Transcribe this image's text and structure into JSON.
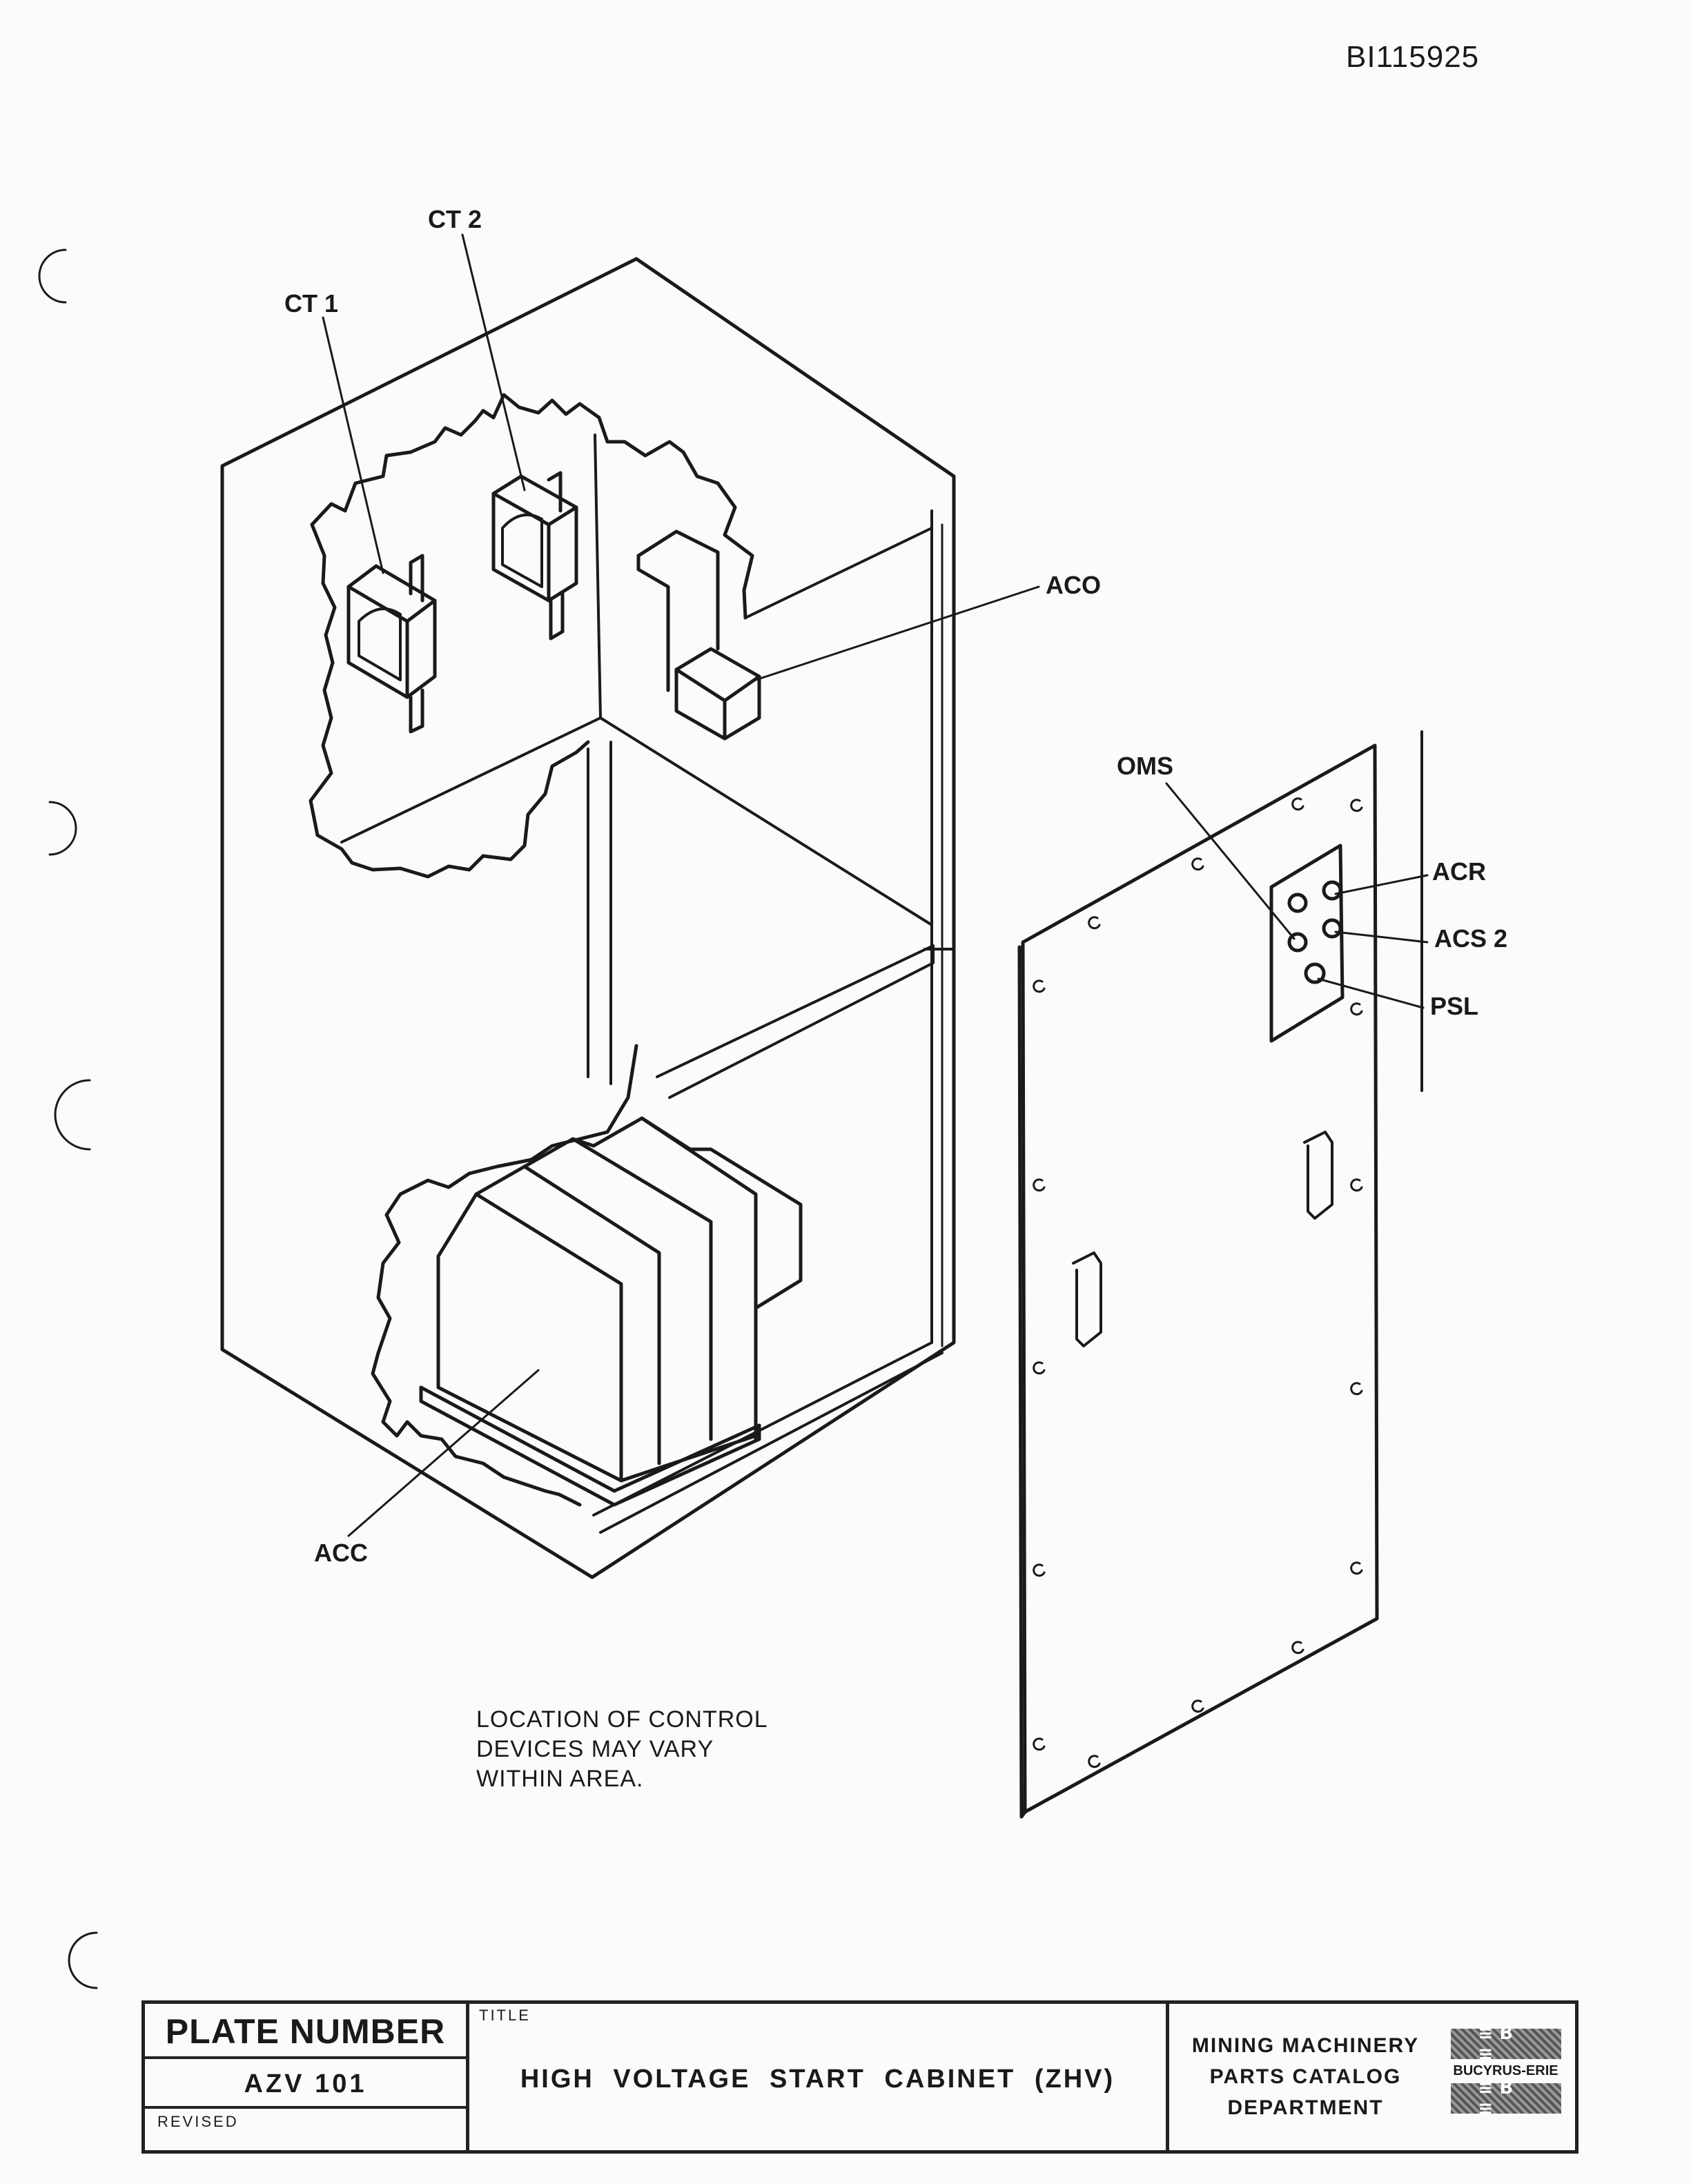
{
  "document_id": "BI115925",
  "labels": {
    "ct1": "CT 1",
    "ct2": "CT 2",
    "aco": "ACO",
    "oms": "OMS",
    "acr": "ACR",
    "acs2": "ACS 2",
    "psl": "PSL",
    "acc": "ACC"
  },
  "note_lines": [
    "LOCATION OF CONTROL",
    "DEVICES MAY VARY",
    "WITHIN AREA."
  ],
  "title_block": {
    "plate_number_label": "PLATE NUMBER",
    "plate_number": "AZV 101",
    "revised_label": "REVISED",
    "title_label": "TITLE",
    "title": "HIGH VOLTAGE START CABINET (ZHV)",
    "dept_lines": [
      "MINING MACHINERY",
      "PARTS CATALOG",
      "DEPARTMENT"
    ],
    "logo_mark": "≡ B ≡",
    "company": "BUCYRUS-ERIE"
  }
}
